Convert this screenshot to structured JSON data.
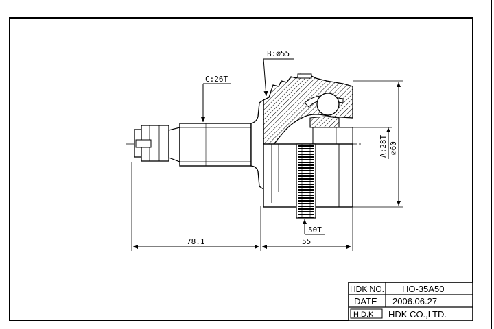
{
  "drawing": {
    "callouts": {
      "b": "B:⌀55",
      "c": "C:26T",
      "a": "A:28T",
      "phi": "⌀60",
      "abs": "50T"
    },
    "dimensions": {
      "left": "78.1",
      "right": "55"
    }
  },
  "title_block": {
    "no_label": "HDK NO.",
    "no_value": "HO-35A50",
    "date_label": "DATE",
    "date_value": "2006.06.27",
    "logo_text": "H.D.K",
    "company": "HDK CO.,LTD."
  },
  "colors": {
    "ink": "#000000",
    "paper": "#ffffff"
  }
}
